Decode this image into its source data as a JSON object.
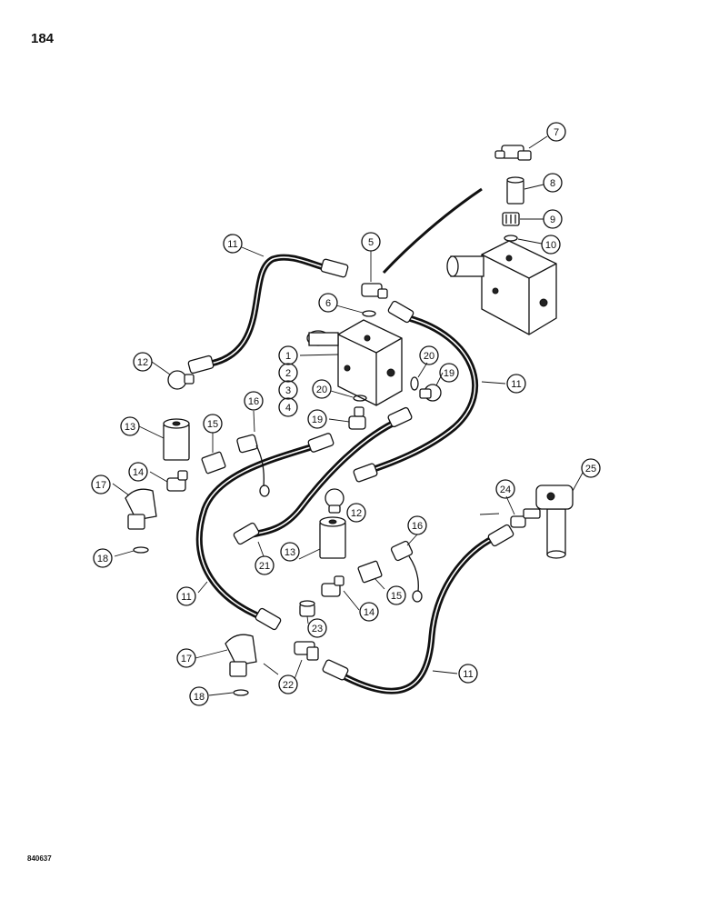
{
  "page_number": "184",
  "reference_code": "840637",
  "callouts": {
    "c1": "1",
    "c2": "2",
    "c3": "3",
    "c4": "4",
    "c5": "5",
    "c6": "6",
    "c7": "7",
    "c8": "8",
    "c9": "9",
    "c10": "10",
    "c11a": "11",
    "c11b": "11",
    "c11c": "11",
    "c11d": "11",
    "c12a": "12",
    "c12b": "12",
    "c13a": "13",
    "c13b": "13",
    "c14a": "14",
    "c14b": "14",
    "c15a": "15",
    "c15b": "15",
    "c16a": "16",
    "c16b": "16",
    "c17a": "17",
    "c17b": "17",
    "c18a": "18",
    "c18b": "18",
    "c19a": "19",
    "c19b": "19",
    "c20a": "20",
    "c20b": "20",
    "c21": "21",
    "c22": "22",
    "c23": "23",
    "c24": "24",
    "c25": "25"
  }
}
